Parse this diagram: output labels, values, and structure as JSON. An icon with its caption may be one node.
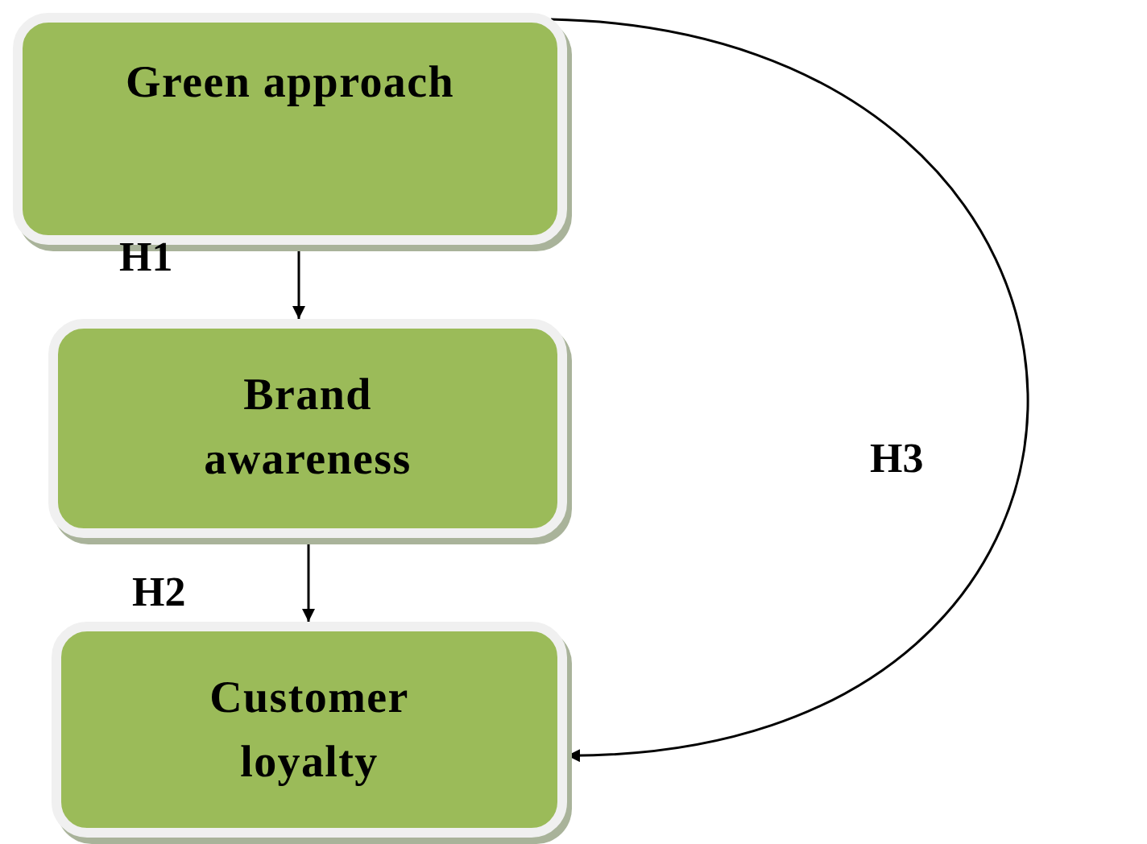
{
  "diagram": {
    "nodes": [
      {
        "text": [
          "Green approach"
        ]
      },
      {
        "text": [
          "Brand awareness"
        ]
      },
      {
        "text": [
          "Customer loyalty"
        ]
      }
    ],
    "edges": [
      {
        "from": 0,
        "to": 1,
        "arrow": "to",
        "label": "H1"
      },
      {
        "from": 1,
        "to": 2,
        "arrow": "to",
        "label": "H2"
      },
      {
        "from": 0,
        "to": 2,
        "arrow": "to",
        "label": "H3"
      }
    ]
  }
}
